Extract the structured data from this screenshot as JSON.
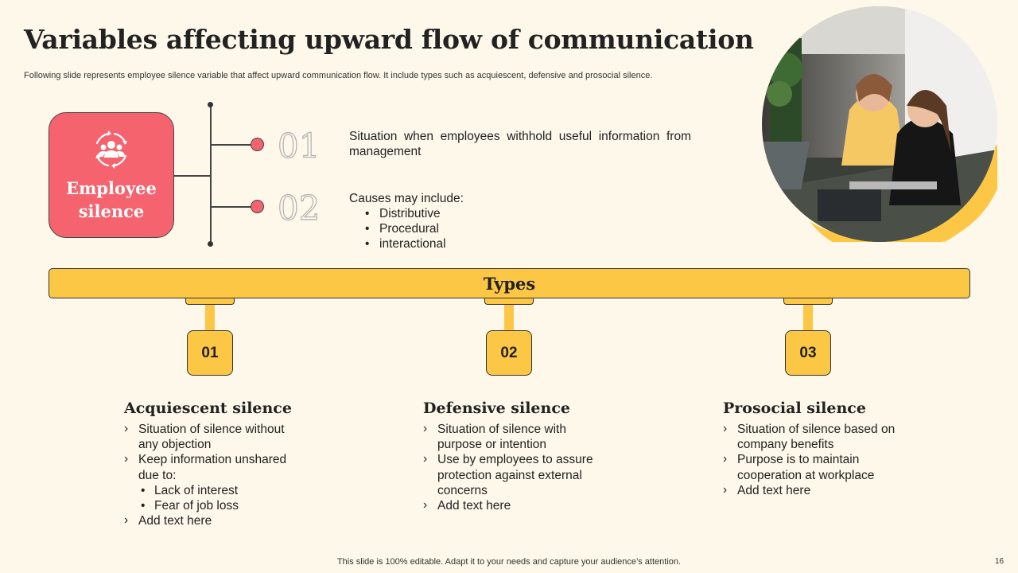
{
  "title": "Variables affecting upward flow of communication",
  "subtitle": "Following slide represents employee silence variable that affect upward communication flow. It include types such as acquiescent, defensive and prosocial silence.",
  "employee_silence": {
    "label_line1": "Employee",
    "label_line2": "silence",
    "icon": "team-cycle-icon",
    "color": "#f5636f"
  },
  "points": [
    {
      "number": "01",
      "text": "Situation when employees withhold useful information from management"
    },
    {
      "number": "02",
      "text": "Causes may include:",
      "bullets": [
        "Distributive",
        "Procedural",
        "interactional"
      ]
    }
  ],
  "types_label": "Types",
  "accent_color": "#fdc746",
  "types": [
    {
      "number": "01",
      "title": "Acquiescent silence",
      "items": [
        {
          "text": "Situation of silence without any objection"
        },
        {
          "text": "Keep information unshared due to:",
          "sub": [
            "Lack of interest",
            "Fear of job loss"
          ]
        },
        {
          "text": "Add text here"
        }
      ]
    },
    {
      "number": "02",
      "title": "Defensive silence",
      "items": [
        {
          "text": "Situation of silence with purpose or intention"
        },
        {
          "text": "Use by employees to assure protection against external concerns"
        },
        {
          "text": "Add text here"
        }
      ]
    },
    {
      "number": "03",
      "title": "Prosocial silence",
      "items": [
        {
          "text": "Situation of silence based on company benefits"
        },
        {
          "text": "Purpose is to maintain cooperation at workplace"
        },
        {
          "text": "Add text here"
        }
      ]
    }
  ],
  "footer": "This slide is 100% editable. Adapt it to your needs and capture your audience’s attention.",
  "page_number": "16"
}
